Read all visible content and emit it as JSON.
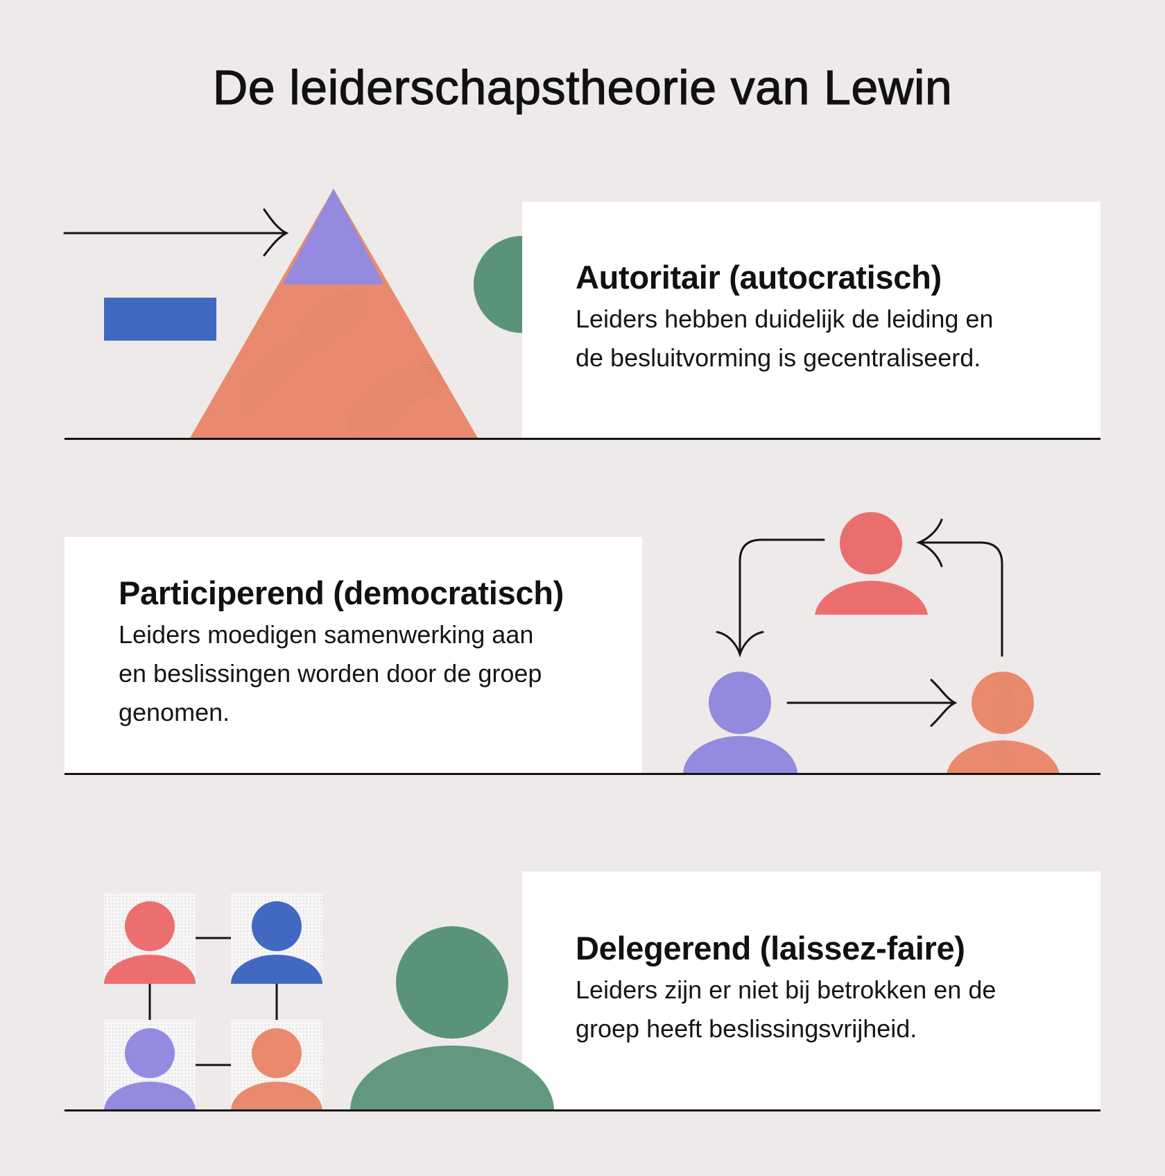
{
  "title": "De leiderschapstheorie van Lewin",
  "colors": {
    "background": "#eeeaea",
    "card": "#ffffff",
    "ink": "#141414",
    "purple": "#948ae0",
    "orange": "#e98a6e",
    "coral": "#ec6f6f",
    "blue": "#4169c2",
    "green": "#5a9478"
  },
  "sections": [
    {
      "id": "autocratic",
      "heading": "Autoritair (autocratisch)",
      "body_lines": [
        "Leiders hebben duidelijk de leiding en",
        "de besluitvorming is gecentraliseerd."
      ],
      "illustration": "pyramid-with-arrow"
    },
    {
      "id": "democratic",
      "heading": "Participerend (democratisch)",
      "body_lines": [
        "Leiders moedigen samenwerking aan",
        "en beslissingen worden door de groep",
        "genomen."
      ],
      "illustration": "three-people-cycle"
    },
    {
      "id": "laissez-faire",
      "heading": "Delegerend (laissez-faire)",
      "body_lines": [
        "Leiders zijn er niet bij betrokken en de",
        "groep heeft beslissingsvrijheid."
      ],
      "illustration": "four-people-grid-and-leader"
    }
  ]
}
